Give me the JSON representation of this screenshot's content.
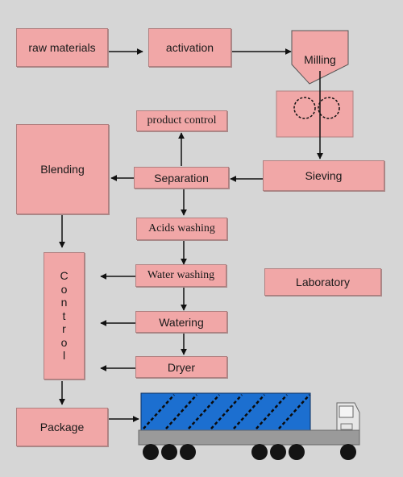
{
  "nodes": {
    "raw_materials": "raw materials",
    "activation": "activation",
    "milling": "Milling",
    "sieving": "Sieving",
    "product_control": "product control",
    "separation": "Separation",
    "blending": "Blending",
    "acids_washing": "Acids washing",
    "water_washing": "Water washing",
    "watering": "Watering",
    "dryer": "Dryer",
    "laboratory": "Laboratory",
    "control": "Control",
    "package": "Package"
  },
  "colors": {
    "background": "#d6d6d6",
    "box_fill": "#f1a7a7",
    "arrow": "#111111",
    "truck_cargo": "#1c6fd0",
    "truck_body": "#9a9a9a"
  },
  "icons": [
    "milling-hopper-icon",
    "mill-rollers-icon",
    "delivery-truck-icon"
  ]
}
